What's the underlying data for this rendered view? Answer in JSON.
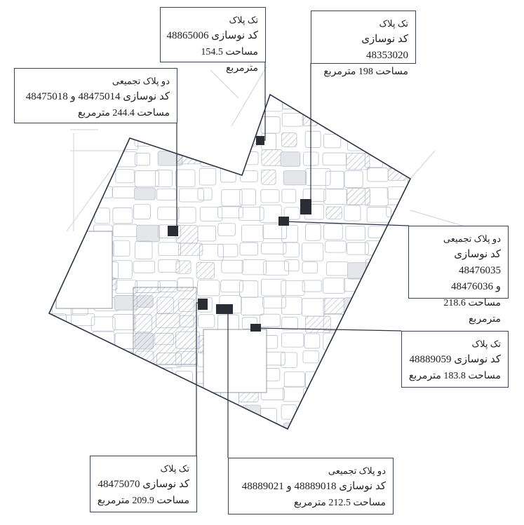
{
  "map": {
    "colors": {
      "boundary": "#2c3345",
      "parcel": "#2a2d33",
      "street": "#b9bfcc",
      "hatch": "#9aa0ab",
      "leader": "#2c3345"
    }
  },
  "callouts": [
    {
      "lines": [
        "تک پلاک",
        "کد نوسازی 48865006",
        "مساحت 154.5 مترمربع"
      ]
    },
    {
      "lines": [
        "تک پلاک",
        "کد نوسازی 48353020",
        "مساحت 198 مترمربع"
      ]
    },
    {
      "lines": [
        "دو پلاک تجمیعی",
        "کد نوسازی 48475014 و 48475018",
        "مساحت 244.4 مترمربع"
      ]
    },
    {
      "lines": [
        "دو پلاک تجمیعی",
        "کد نوسازی 48476035",
        "و 48476036",
        "مساحت 218.6 مترمربع"
      ]
    },
    {
      "lines": [
        "تک پلاک",
        "کد نوسازی 48889059",
        "مساحت 183.8 مترمربع"
      ]
    },
    {
      "lines": [
        "تک پلاک",
        "کد نوسازی 48475070",
        "مساحت 209.9 مترمربع"
      ]
    },
    {
      "lines": [
        "دو پلاک تجمیعی",
        "کد نوسازی 48889018 و 48889021",
        "مساحت 212.5 مترمربع"
      ]
    }
  ]
}
